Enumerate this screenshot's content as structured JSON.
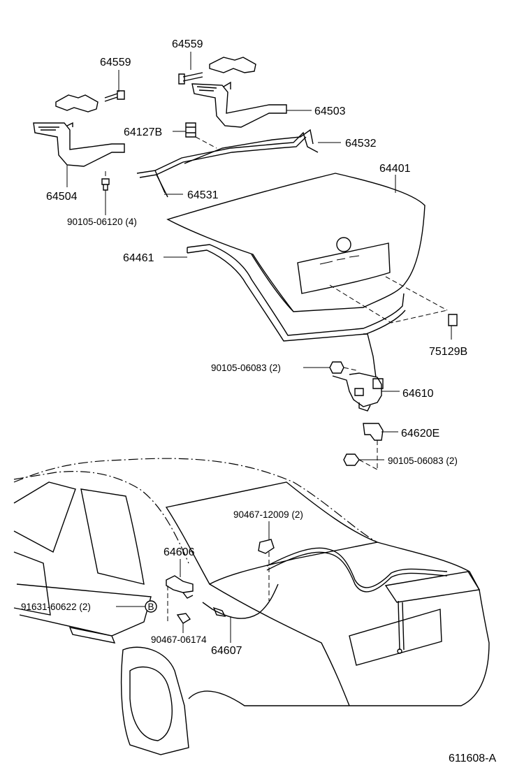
{
  "parts": {
    "p64559_left": "64559",
    "p64559_right": "64559",
    "p64503": "64503",
    "p64127B": "64127B",
    "p64532": "64532",
    "p64504": "64504",
    "p64531": "64531",
    "p64401": "64401",
    "p90105_06120": "90105-06120 (4)",
    "p64461": "64461",
    "p75129B": "75129B",
    "p90105_06083_top": "90105-06083 (2)",
    "p64610": "64610",
    "p64620E": "64620E",
    "p90105_06083_bottom": "90105-06083 (2)",
    "p90467_12009": "90467-12009 (2)",
    "p64606": "64606",
    "p91631_60622": "91631-60622 (2)",
    "p90467_06174": "90467-06174",
    "p64607": "64607",
    "callout_b": "B"
  },
  "footer": {
    "diagram_code": "611608-A"
  }
}
